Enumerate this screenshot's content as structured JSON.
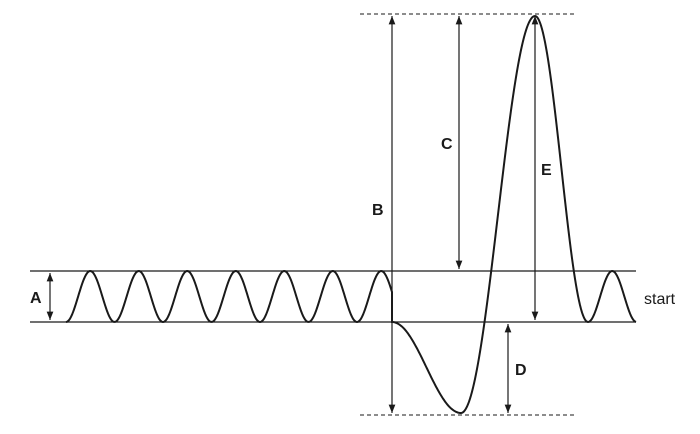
{
  "labels": {
    "a": "A",
    "b": "B",
    "c": "C",
    "d": "D",
    "e": "E",
    "start": "start"
  },
  "colors": {
    "stroke": "#1a1a1a",
    "background": "#ffffff"
  }
}
